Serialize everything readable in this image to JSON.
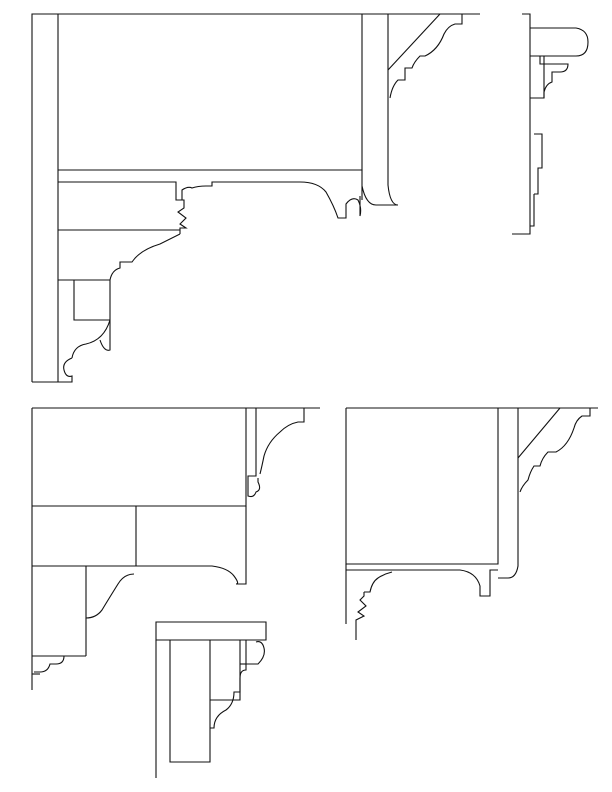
{
  "page": {
    "background": "#ffffff",
    "line_color": "#111111"
  },
  "drawings": [
    {
      "id": "profile-a",
      "kind": "cornice-section"
    },
    {
      "id": "profile-b",
      "kind": "cornice-section"
    },
    {
      "id": "profile-c",
      "kind": "cornice-section"
    },
    {
      "id": "profile-d",
      "kind": "cornice-section"
    },
    {
      "id": "profile-e",
      "kind": "cornice-section"
    }
  ]
}
